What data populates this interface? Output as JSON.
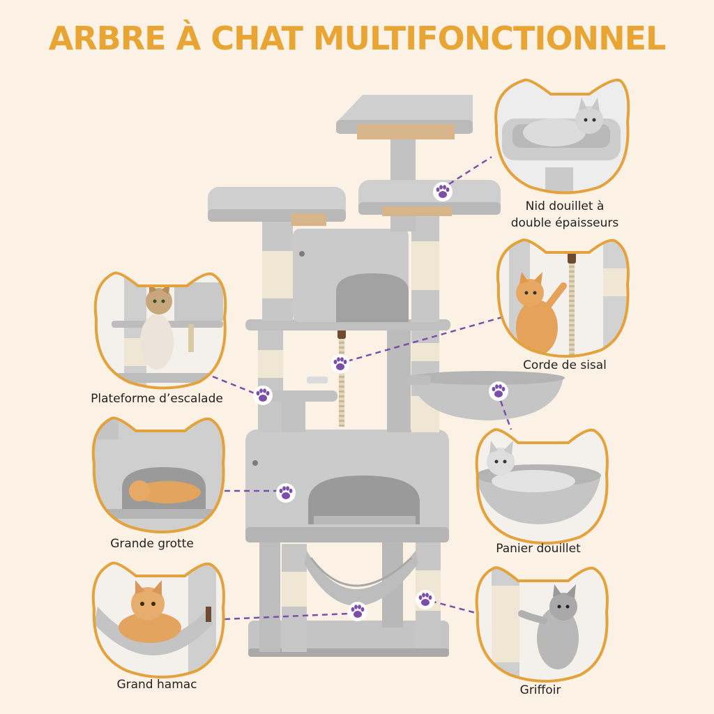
{
  "title": "ARBRE À CHAT MULTIFONCTIONNEL",
  "colors": {
    "background": "#fbf1e4",
    "title": "#e8a534",
    "frame_border": "#e3a23b",
    "tree_fur": "#c9c9c9",
    "sisal": "#efe6d4",
    "connector": "#7b4fa8"
  },
  "features": [
    {
      "id": "nest",
      "label_lines": [
        "Nid douillet à",
        "double épaisseurs"
      ]
    },
    {
      "id": "sisal-rope",
      "label_lines": [
        "Corde de sisal"
      ]
    },
    {
      "id": "platform",
      "label_lines": [
        "Plateforme d’escalade"
      ]
    },
    {
      "id": "basket",
      "label_lines": [
        "Panier douillet"
      ]
    },
    {
      "id": "cave",
      "label_lines": [
        "Grande grotte"
      ]
    },
    {
      "id": "hammock",
      "label_lines": [
        "Grand hamac"
      ]
    },
    {
      "id": "scratcher",
      "label_lines": [
        "Griffoir"
      ]
    }
  ],
  "icons": [
    "paw-icon",
    "cat-head-frame"
  ]
}
